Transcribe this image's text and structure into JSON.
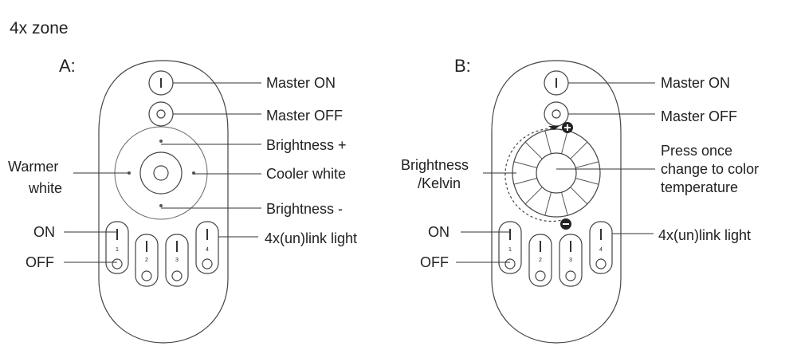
{
  "title": "4x zone",
  "remotes": [
    {
      "letter": "A:",
      "labels": {
        "master_on": "Master ON",
        "master_off": "Master OFF",
        "brightness_plus": "Brightness +",
        "warmer_line1": "Warmer",
        "warmer_line2": "white",
        "cooler": "Cooler white",
        "brightness_minus": "Brightness -",
        "on": "ON",
        "off": "OFF",
        "link": "4x(un)link light"
      },
      "zones": [
        "1",
        "2",
        "3",
        "4"
      ]
    },
    {
      "letter": "B:",
      "labels": {
        "master_on": "Master ON",
        "master_off": "Master OFF",
        "press_line1": "Press once",
        "press_line2": "change to color",
        "press_line3": "temperature",
        "bk_line1": "Brightness",
        "bk_line2": "/Kelvin",
        "on": "ON",
        "off": "OFF",
        "link": "4x(un)link light"
      },
      "zones": [
        "1",
        "2",
        "3",
        "4"
      ]
    }
  ]
}
